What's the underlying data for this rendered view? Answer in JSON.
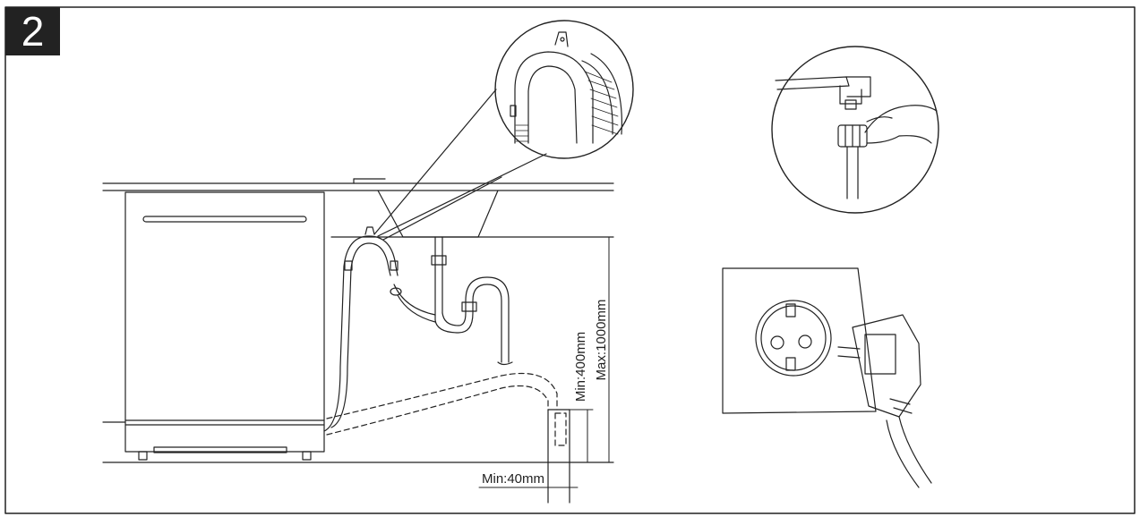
{
  "step": {
    "number": "2"
  },
  "dimensions": {
    "max_height": "Max:1000mm",
    "min_height": "Min:400mm",
    "min_width": "Min:40mm"
  },
  "colors": {
    "ink": "#222222",
    "background": "#ffffff",
    "badge": "#222222"
  }
}
